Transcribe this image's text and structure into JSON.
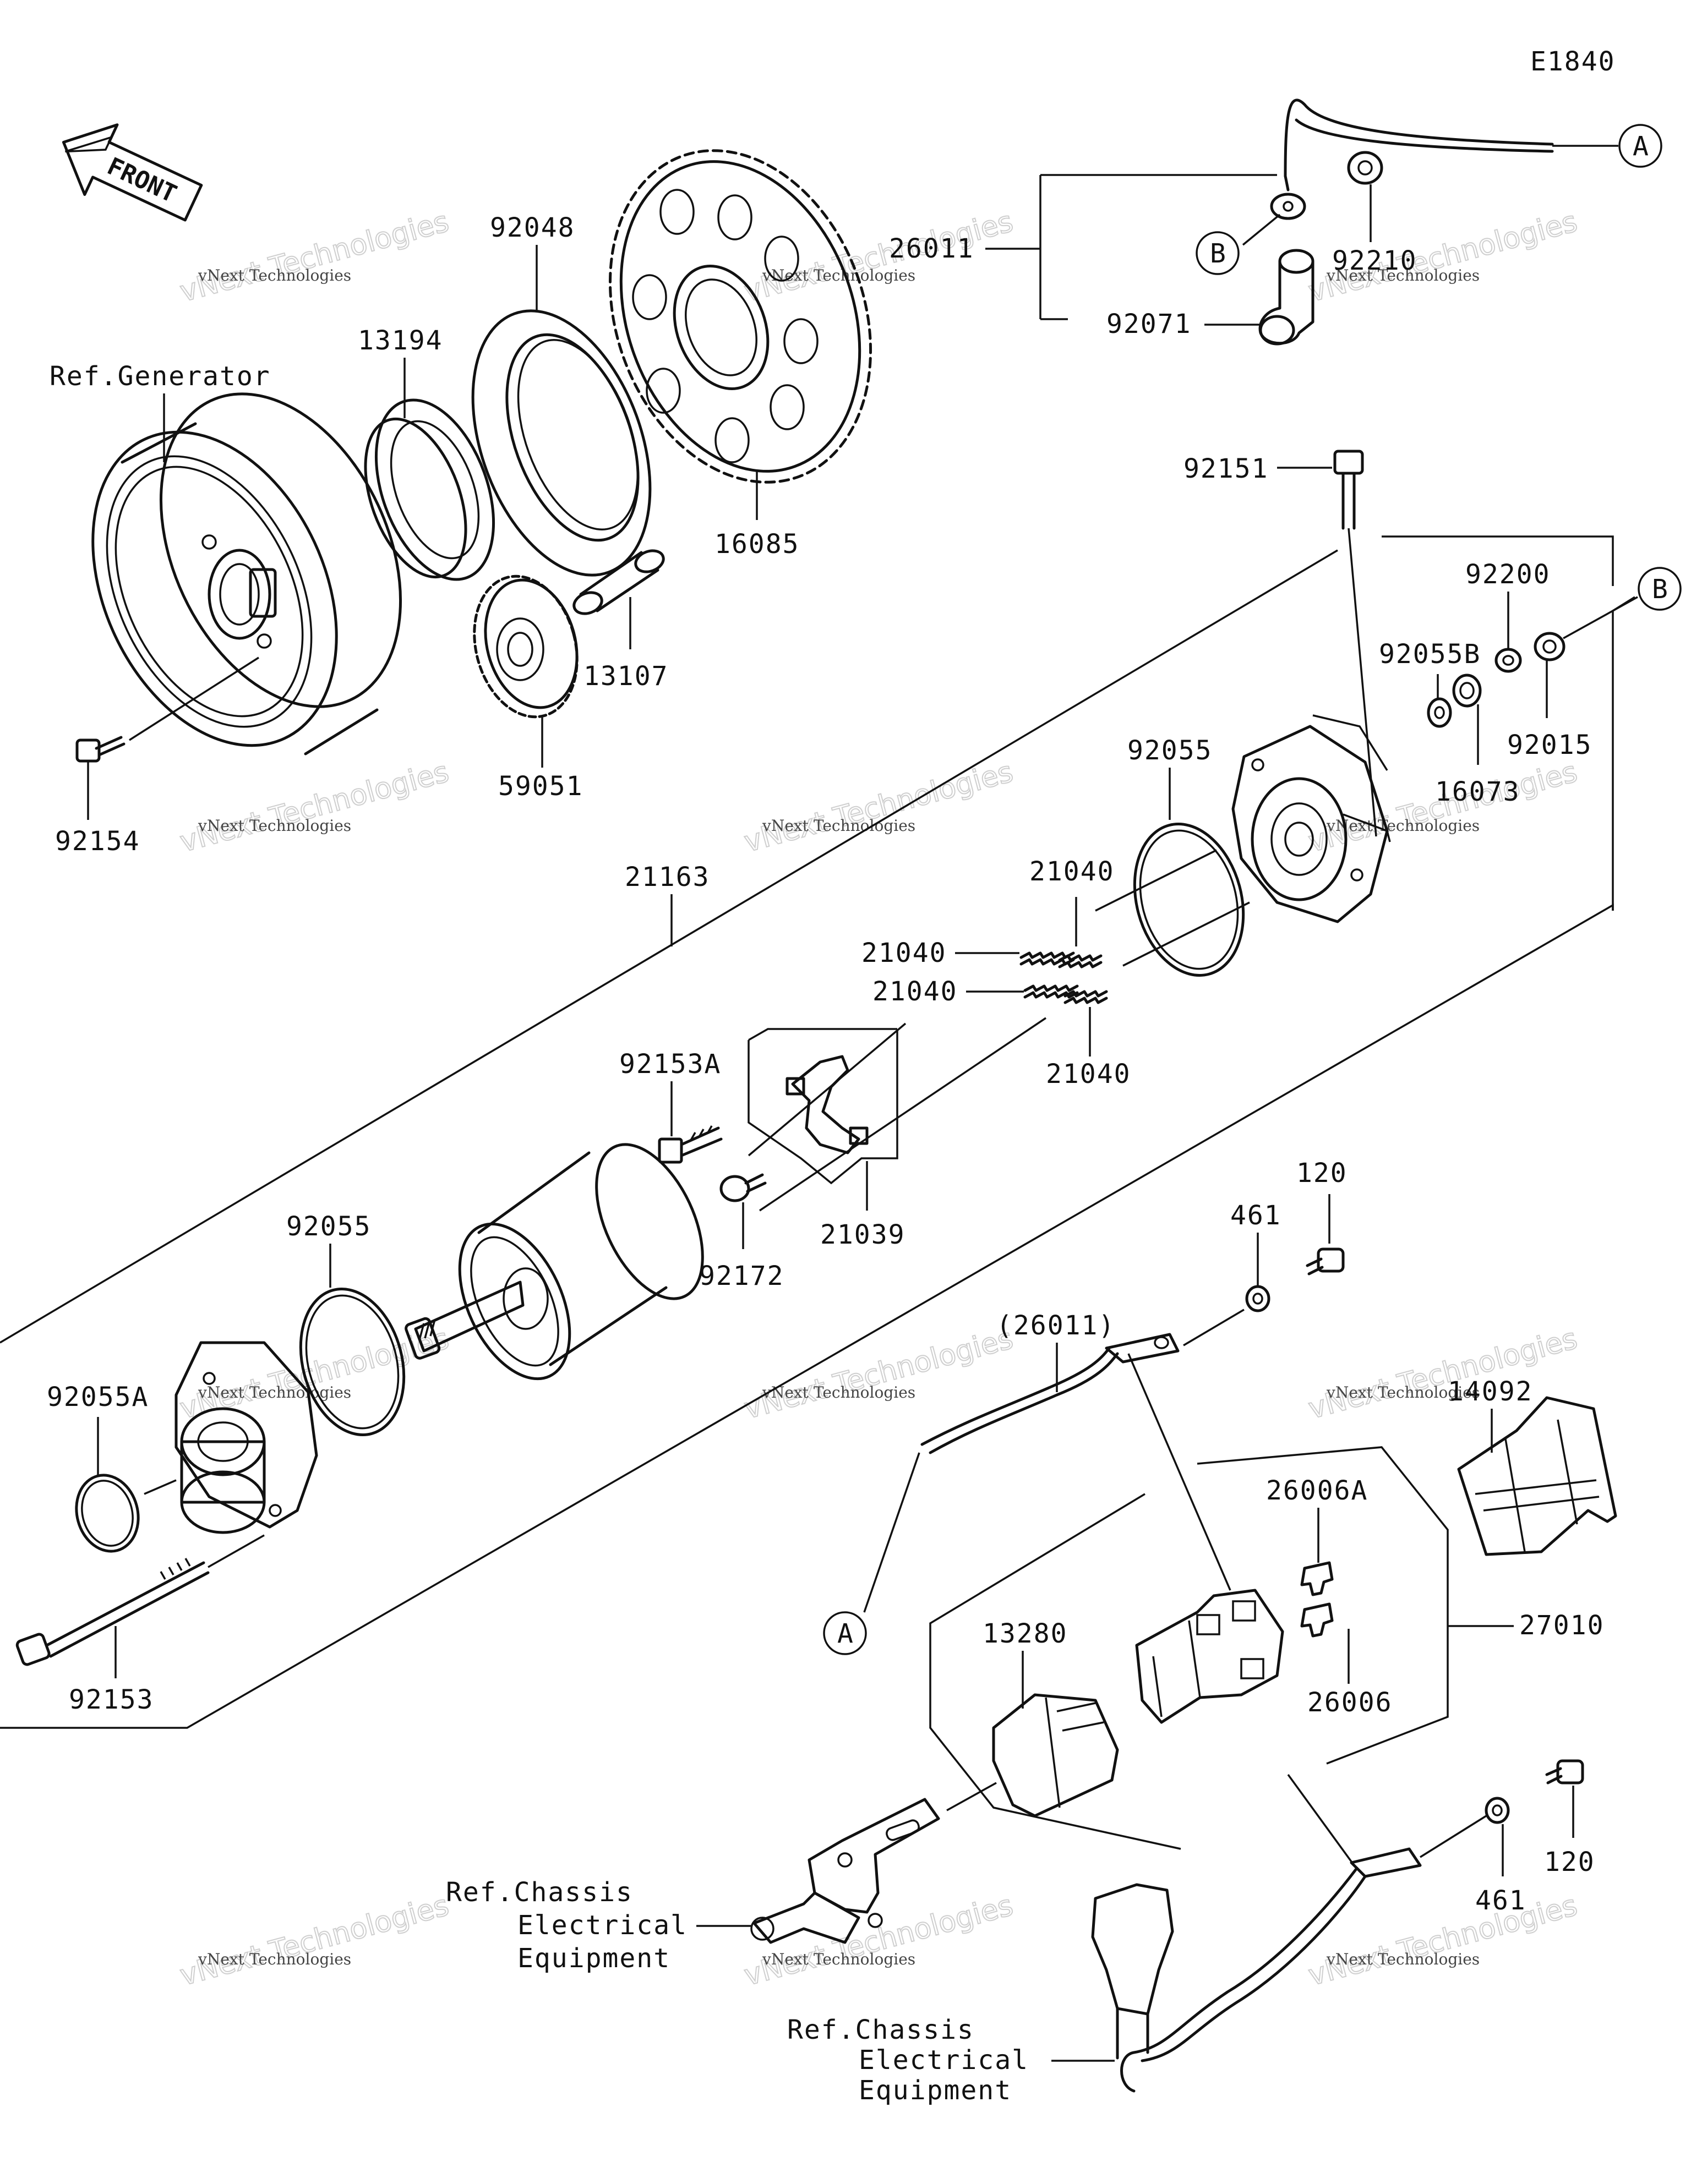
{
  "diagram": {
    "code": "E1840",
    "front_label": "FRONT",
    "ref_generator": "Ref.Generator",
    "ref_chassis_1": [
      "Ref.Chassis",
      "Electrical",
      "Equipment"
    ],
    "ref_chassis_2": [
      "Ref.Chassis",
      "Electrical",
      "Equipment"
    ],
    "callouts": [
      "A",
      "B",
      "B",
      "A"
    ],
    "parts": {
      "p26011": "26011",
      "p92071": "92071",
      "p92210": "92210",
      "p92048": "92048",
      "p13194": "13194",
      "p16085": "16085",
      "p13107": "13107",
      "p59051": "59051",
      "p92154": "92154",
      "p92151": "92151",
      "p92200": "92200",
      "p92055B": "92055B",
      "p92015": "92015",
      "p16073": "16073",
      "p92055a": "92055",
      "p21163": "21163",
      "p21040a": "21040",
      "p21040b": "21040",
      "p21040c": "21040",
      "p21040d": "21040",
      "p92153A": "92153A",
      "p92172": "92172",
      "p21039": "21039",
      "p92055b": "92055",
      "p92055A": "92055A",
      "p92153": "92153",
      "p120a": "120",
      "p461a": "461",
      "p26011b": "(26011)",
      "p14092": "14092",
      "p26006A": "26006A",
      "p13280": "13280",
      "p27010": "27010",
      "p26006": "26006",
      "p461b": "461",
      "p120b": "120"
    },
    "watermark": {
      "line1": "vNext Technologies",
      "line2": "vNext Technologies"
    }
  }
}
